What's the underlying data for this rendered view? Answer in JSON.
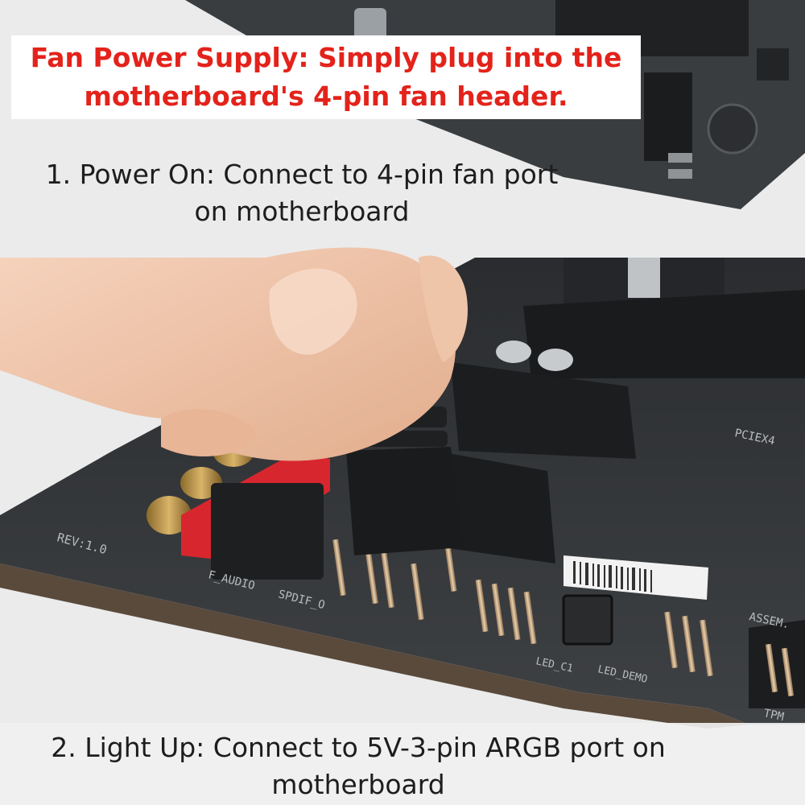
{
  "heading": {
    "line1": "Fan Power Supply: Simply plug into the",
    "line2": "motherboard's 4-pin fan header."
  },
  "step1": {
    "line1": "1. Power On: Connect to 4-pin fan port",
    "line2": "on motherboard"
  },
  "step2": {
    "line1": "2. Light Up: Connect to 5V-3-pin ARGB port on",
    "line2": "motherboard"
  },
  "board_labels": {
    "rev": "REV:1.0",
    "audio": "F_AUDIO",
    "spdif": "SPDIF_O",
    "led_c1": "LED_C1",
    "led_demo": "LED_DEMO",
    "pciex4": "PCIEX4",
    "tpm": "TPM",
    "assem": "ASSEM."
  },
  "colors": {
    "title_red": "#e3231b",
    "title_bg": "#ffffff",
    "background": "#e9e9e9",
    "pcb": "#34373a",
    "red_header": "#d8262e",
    "skin": "#eec2a5"
  }
}
